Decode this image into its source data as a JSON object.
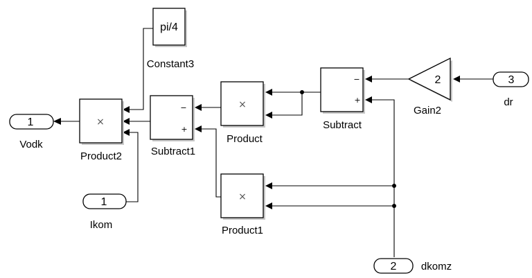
{
  "blocks": {
    "constant3": {
      "value": "pi/4",
      "label": "Constant3"
    },
    "product2": {
      "symbol": "×",
      "label": "Product2"
    },
    "subtract1": {
      "label": "Subtract1",
      "minus": "−",
      "plus": "+"
    },
    "product": {
      "symbol": "×",
      "label": "Product"
    },
    "subtract": {
      "label": "Subtract",
      "minus": "−",
      "plus": "+"
    },
    "gain2": {
      "value": "2",
      "label": "Gain2"
    },
    "product1": {
      "symbol": "×",
      "label": "Product1"
    }
  },
  "ports": {
    "in_dr": {
      "number": "3",
      "label": "dr"
    },
    "in_ikom": {
      "number": "1",
      "label": "Ikom"
    },
    "in_dkomz": {
      "number": "2",
      "label": "dkomz"
    },
    "out_vodk": {
      "number": "1",
      "label": "Vodk"
    }
  },
  "colors": {
    "line": "#000000",
    "block_fill": "#ffffff",
    "shadow": "#c8c8c8"
  }
}
